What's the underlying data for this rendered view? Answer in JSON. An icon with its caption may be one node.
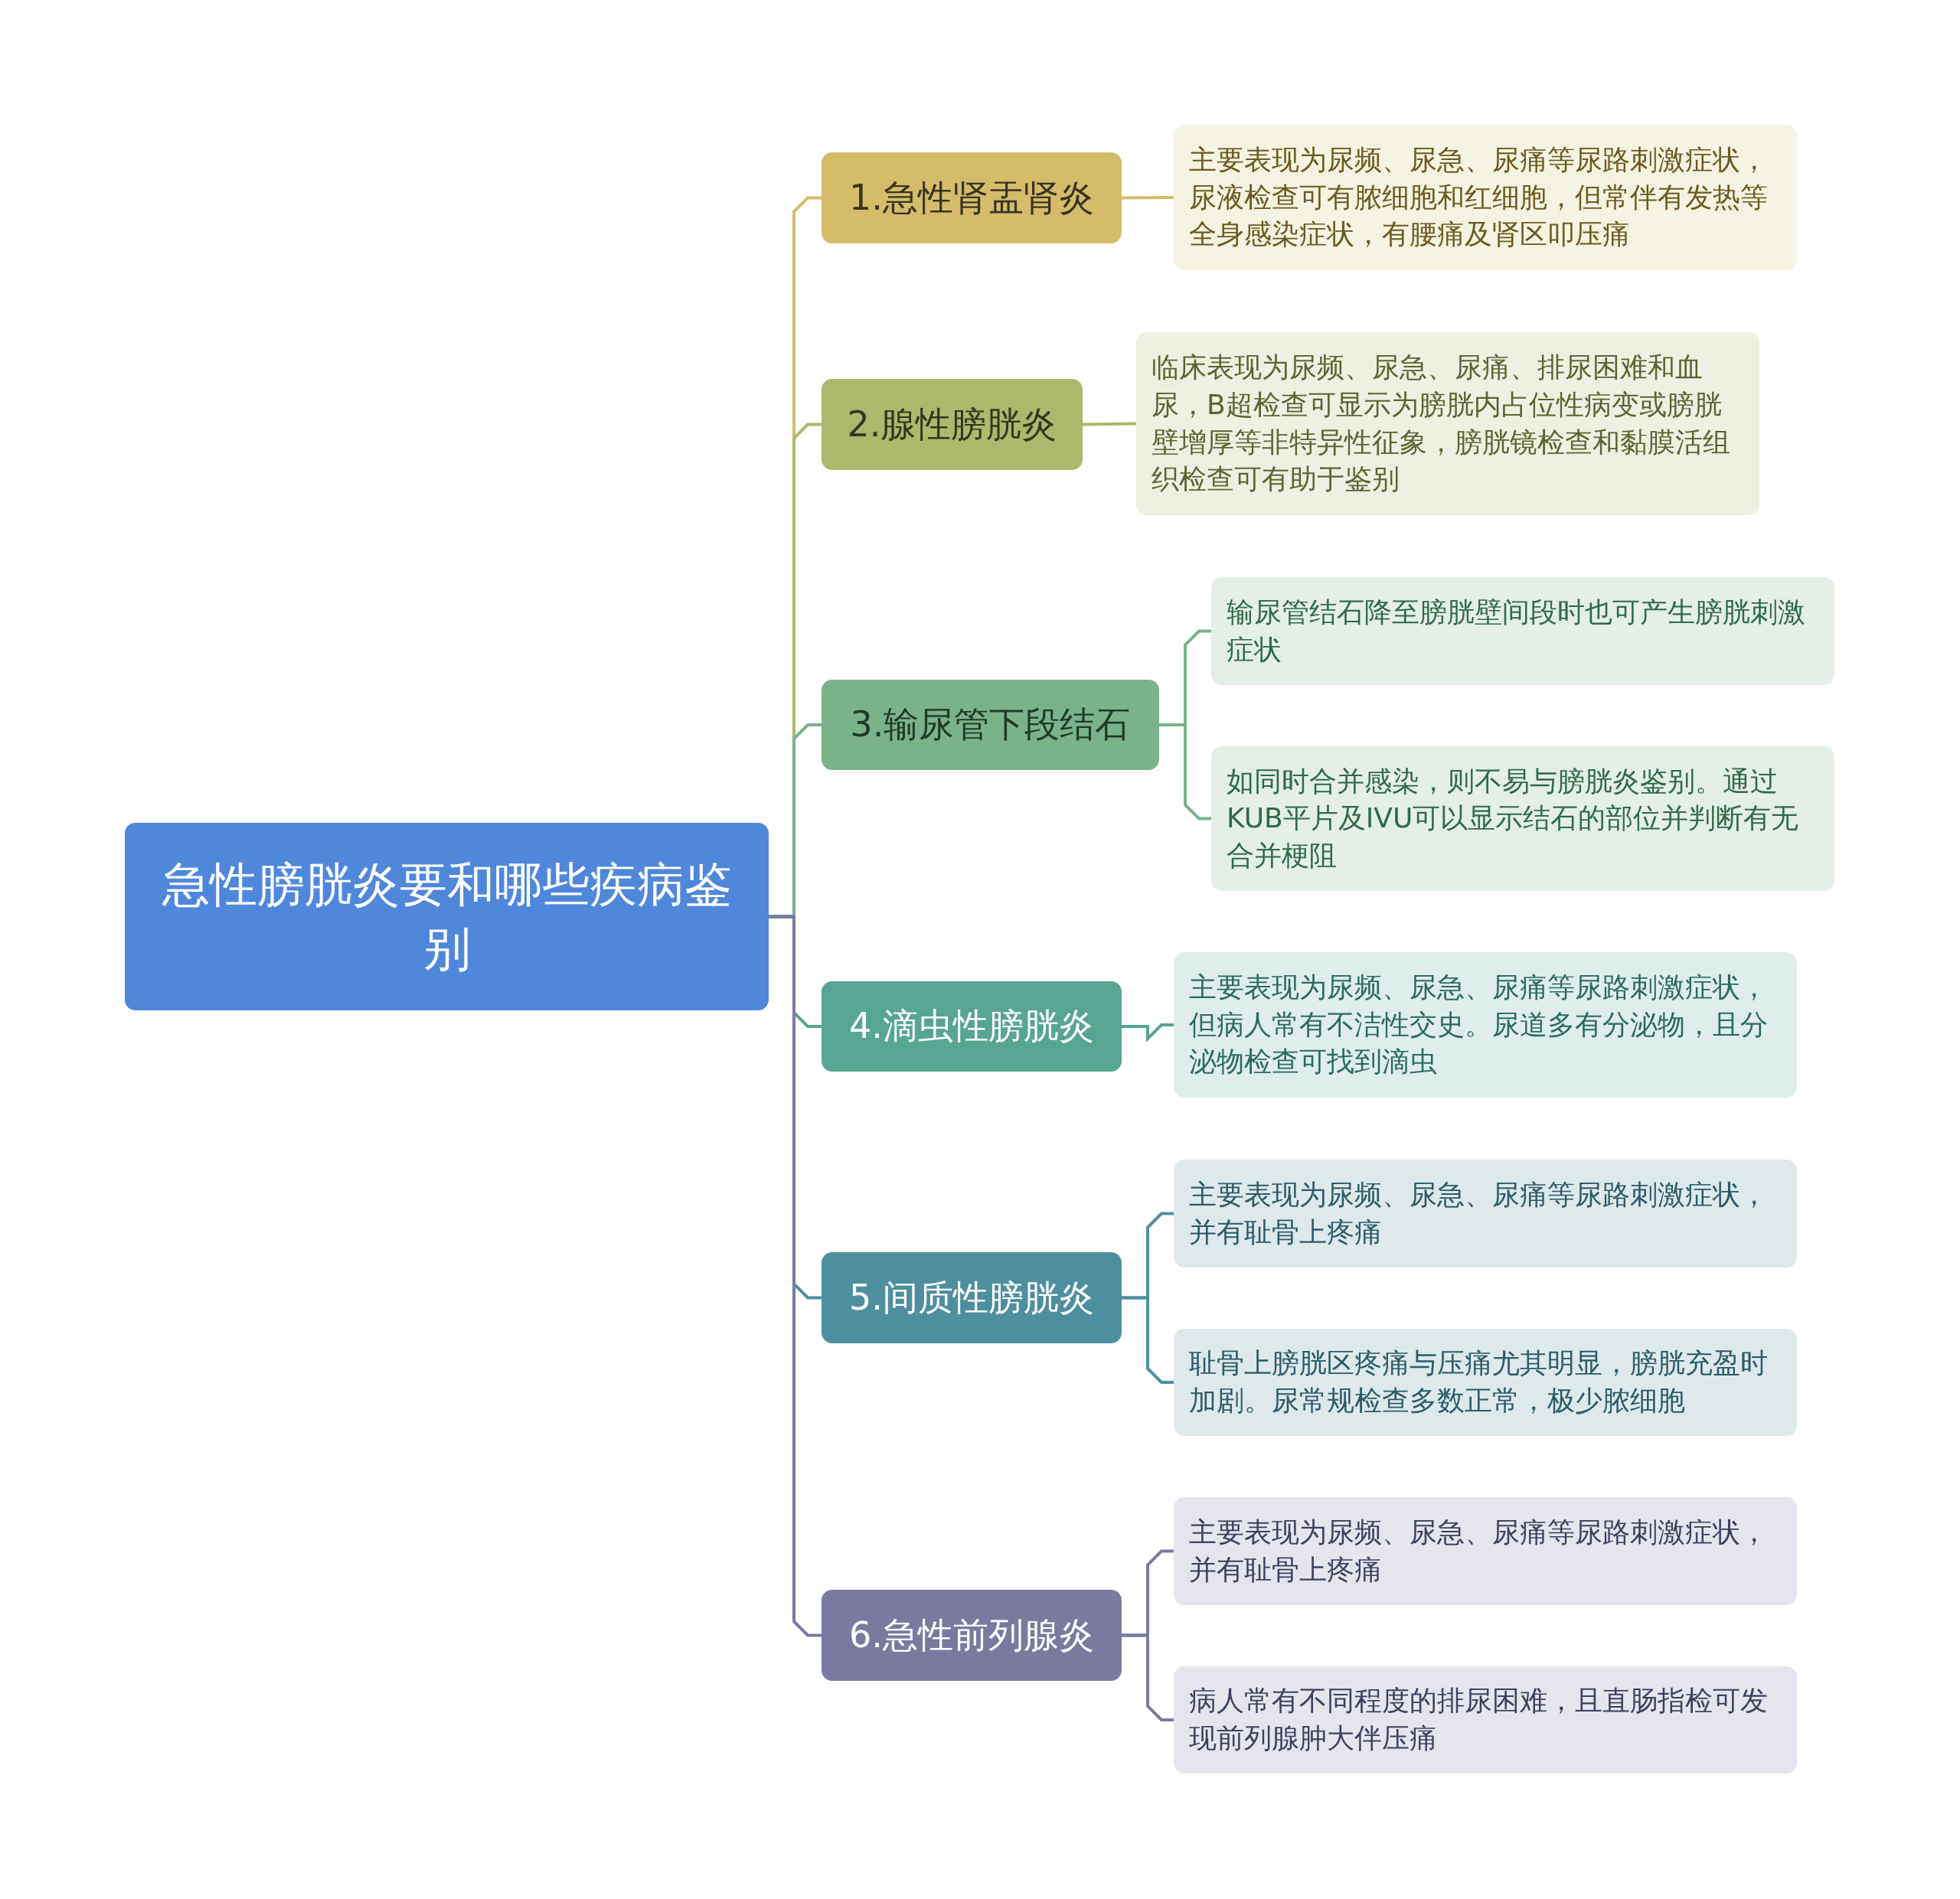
{
  "diagram": {
    "nodes": [
      {
        "text": [
          "急性膀胱炎要和哪些疾病鉴别"
        ]
      },
      {
        "text": [
          "1.急性肾盂肾炎"
        ]
      },
      {
        "text": [
          "主要表现为尿频、尿急、尿痛等尿路刺激症状，尿液检查可有脓细胞和红细胞，但常伴有发热等全身感染症状，有腰痛及肾区叩压痛"
        ]
      },
      {
        "text": [
          "2.腺性膀胱炎"
        ]
      },
      {
        "text": [
          "临床表现为尿频、尿急、尿痛、排尿困难和血尿，B超检查可显示为膀胱内占位性病变或膀胱壁增厚等非特异性征象，膀胱镜检查和黏膜活组织检查可有助于鉴别"
        ]
      },
      {
        "text": [
          "3.输尿管下段结石"
        ]
      },
      {
        "text": [
          "输尿管结石降至膀胱壁间段时也可产生膀胱刺激症状"
        ]
      },
      {
        "text": [
          "如同时合并感染，则不易与膀胱炎鉴别。通过KUB平片及IVU可以显示结石的部位并判断有无合并梗阻"
        ]
      },
      {
        "text": [
          "4.滴虫性膀胱炎"
        ]
      },
      {
        "text": [
          "主要表现为尿频、尿急、尿痛等尿路刺激症状，但病人常有不洁性交史。尿道多有分泌物，且分泌物检查可找到滴虫"
        ]
      },
      {
        "text": [
          "5.间质性膀胱炎"
        ]
      },
      {
        "text": [
          "主要表现为尿频、尿急、尿痛等尿路刺激症状，并有耻骨上疼痛"
        ]
      },
      {
        "text": [
          "耻骨上膀胱区疼痛与压痛尤其明显，膀胱充盈时加剧。尿常规检查多数正常，极少脓细胞"
        ]
      },
      {
        "text": [
          "6.急性前列腺炎"
        ]
      },
      {
        "text": [
          "主要表现为尿频、尿急、尿痛等尿路刺激症状，并有耻骨上疼痛"
        ]
      },
      {
        "text": [
          "病人常有不同程度的排尿困难，且直肠指检可发现前列腺肿大伴压痛"
        ]
      }
    ],
    "edges": [
      {
        "from": 0,
        "to": 1,
        "arrow": "none",
        "color": "#d5bc6b"
      },
      {
        "from": 1,
        "to": 2,
        "arrow": "none",
        "color": "#d5bc6b"
      },
      {
        "from": 0,
        "to": 3,
        "arrow": "none",
        "color": "#adb86c"
      },
      {
        "from": 3,
        "to": 4,
        "arrow": "none",
        "color": "#adb86c"
      },
      {
        "from": 0,
        "to": 5,
        "arrow": "none",
        "color": "#7ab38a"
      },
      {
        "from": 5,
        "to": 6,
        "arrow": "none",
        "color": "#7ab38a"
      },
      {
        "from": 5,
        "to": 7,
        "arrow": "none",
        "color": "#7ab38a"
      },
      {
        "from": 0,
        "to": 8,
        "arrow": "none",
        "color": "#57a593"
      },
      {
        "from": 8,
        "to": 9,
        "arrow": "none",
        "color": "#57a593"
      },
      {
        "from": 0,
        "to": 10,
        "arrow": "none",
        "color": "#4e8f9f"
      },
      {
        "from": 10,
        "to": 11,
        "arrow": "none",
        "color": "#4e8f9f"
      },
      {
        "from": 10,
        "to": 12,
        "arrow": "none",
        "color": "#4e8f9f"
      },
      {
        "from": 0,
        "to": 13,
        "arrow": "none",
        "color": "#7a7aa0"
      },
      {
        "from": 13,
        "to": 14,
        "arrow": "none",
        "color": "#7a7aa0"
      },
      {
        "from": 13,
        "to": 15,
        "arrow": "none",
        "color": "#7a7aa0"
      }
    ]
  }
}
